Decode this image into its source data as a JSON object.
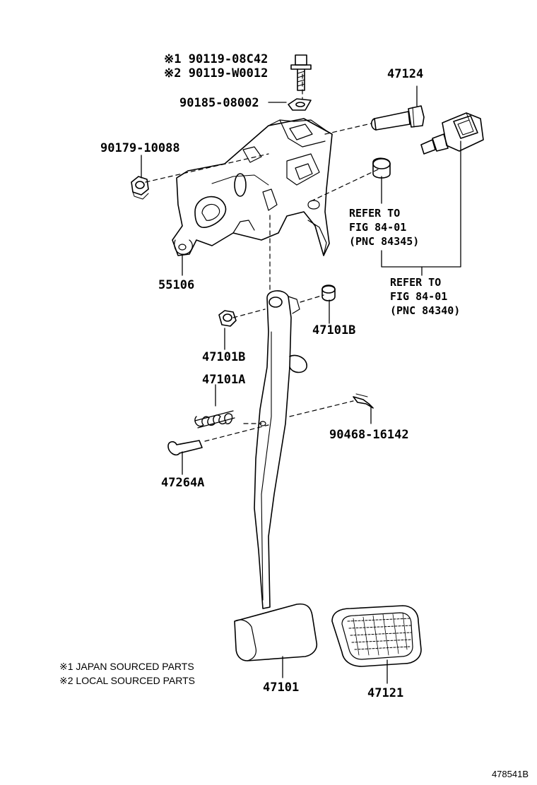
{
  "labels": {
    "bolt_note1": "※1 90119-08C42",
    "bolt_note2": "※2 90119-W0012",
    "washer": "90185-08002",
    "nut": "90179-10088",
    "pivot_bolt": "47124",
    "bracket": "55106",
    "bushing_left": "47101B",
    "bushing_right": "47101B",
    "spring": "47101A",
    "clip": "90468-16142",
    "pin": "47264A",
    "pedal": "47101",
    "pad": "47121"
  },
  "refers": [
    {
      "line1": "REFER TO",
      "line2": "FIG 84-01",
      "line3": "(PNC 84345)"
    },
    {
      "line1": "REFER TO",
      "line2": "FIG 84-01",
      "line3": "(PNC 84340)"
    }
  ],
  "notes": {
    "n1": "※1 JAPAN SOURCED PARTS",
    "n2": "※2 LOCAL SOURCED PARTS"
  },
  "figure_id": "478541B"
}
